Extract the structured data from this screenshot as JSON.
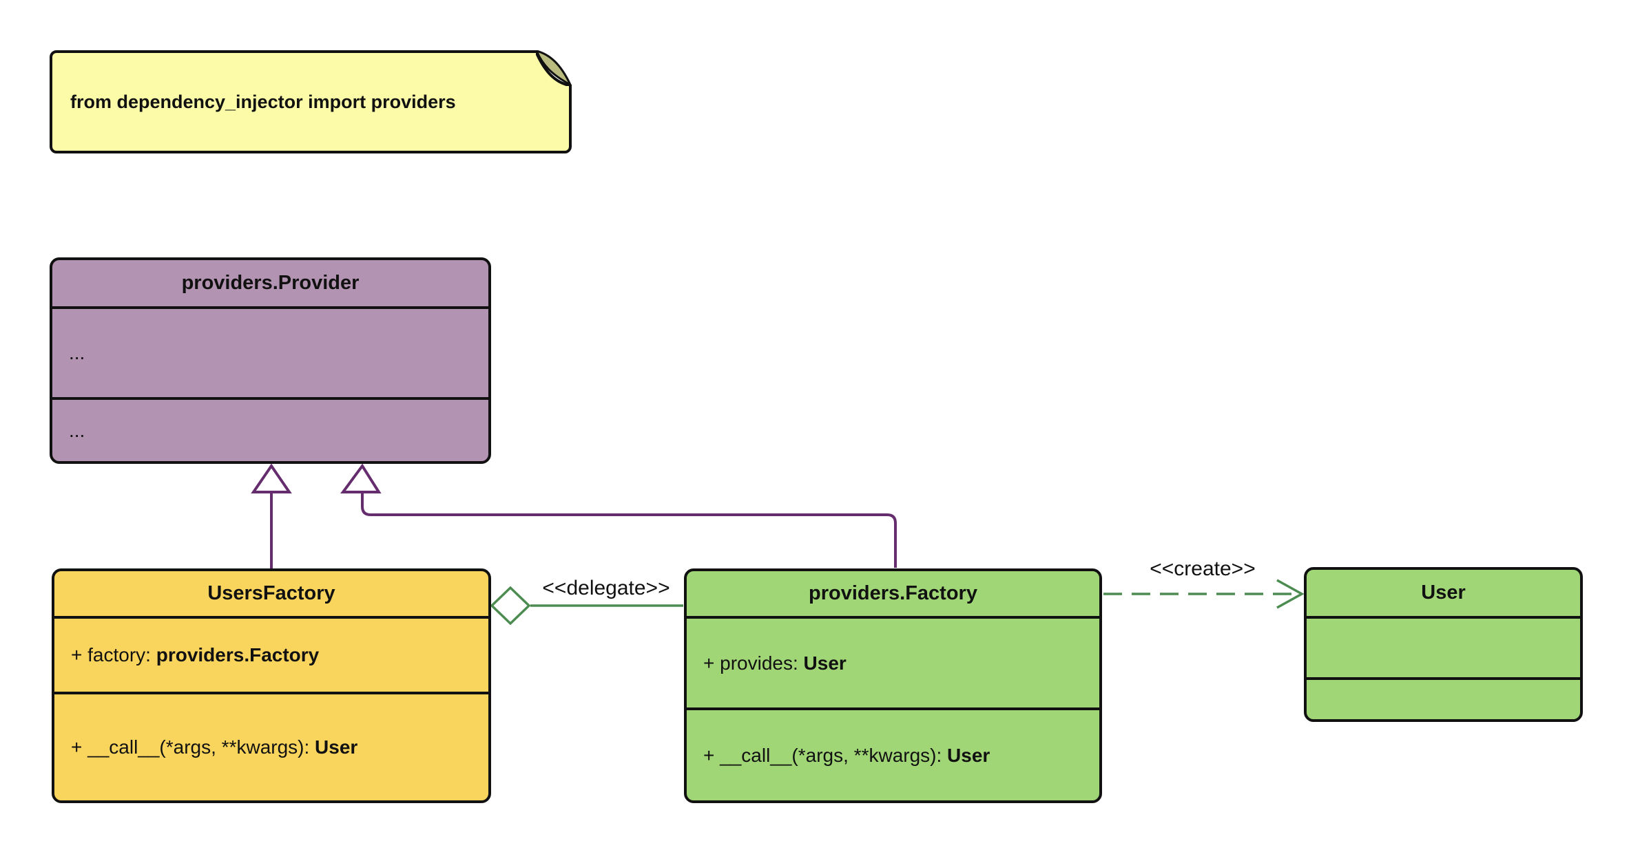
{
  "note": {
    "text": "from dependency_injector import providers"
  },
  "classes": {
    "provider": {
      "title": "providers.Provider",
      "attributes_placeholder": "...",
      "methods_placeholder": "..."
    },
    "users_factory": {
      "title": "UsersFactory",
      "attribute": {
        "prefix": "+ factory: ",
        "type": "providers.Factory"
      },
      "method": {
        "prefix": "+ __call__(*args, **kwargs): ",
        "type": "User"
      }
    },
    "factory": {
      "title": "providers.Factory",
      "attribute": {
        "prefix": "+ provides: ",
        "type": "User"
      },
      "method": {
        "prefix": "+ __call__(*args, **kwargs): ",
        "type": "User"
      }
    },
    "user": {
      "title": "User"
    }
  },
  "relationships": {
    "delegate_label": "<<delegate>>",
    "create_label": "<<create>>",
    "generalizations": [
      {
        "from": "UsersFactory",
        "to": "providers.Provider"
      },
      {
        "from": "providers.Factory",
        "to": "providers.Provider"
      }
    ],
    "aggregation": {
      "from": "UsersFactory",
      "to": "providers.Factory",
      "stereotype": "<<delegate>>"
    },
    "dependency": {
      "from": "providers.Factory",
      "to": "User",
      "stereotype": "<<create>>"
    }
  },
  "colors": {
    "background": "#FFFFFF",
    "note_fill": "#FCFCA8",
    "note_fold": "#B9BC7E",
    "purple_fill": "#B293B1",
    "yellow_fill": "#FAD55D",
    "green_fill": "#A0D676",
    "purple_line": "#662D6E",
    "green_line": "#4C8C50",
    "border": "#111111"
  }
}
